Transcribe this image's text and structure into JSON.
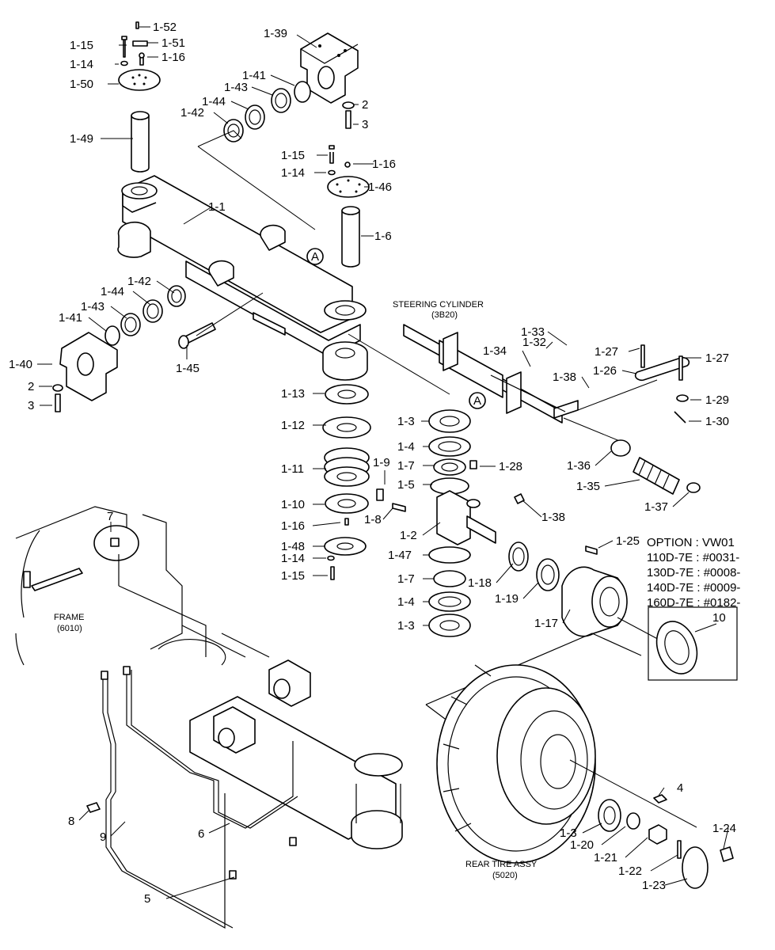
{
  "callouts": [
    {
      "id": "1-52",
      "label": "1-52"
    },
    {
      "id": "1-15a",
      "label": "1-15"
    },
    {
      "id": "1-51",
      "label": "1-51"
    },
    {
      "id": "1-14a",
      "label": "1-14"
    },
    {
      "id": "1-16a",
      "label": "1-16"
    },
    {
      "id": "1-50",
      "label": "1-50"
    },
    {
      "id": "1-49",
      "label": "1-49"
    },
    {
      "id": "1-39",
      "label": "1-39"
    },
    {
      "id": "1-41a",
      "label": "1-41"
    },
    {
      "id": "1-43a",
      "label": "1-43"
    },
    {
      "id": "1-44a",
      "label": "1-44"
    },
    {
      "id": "1-42a",
      "label": "1-42"
    },
    {
      "id": "2a",
      "label": "2"
    },
    {
      "id": "3a",
      "label": "3"
    },
    {
      "id": "1-15b",
      "label": "1-15"
    },
    {
      "id": "1-16b",
      "label": "1-16"
    },
    {
      "id": "1-14b",
      "label": "1-14"
    },
    {
      "id": "1-46",
      "label": "1-46"
    },
    {
      "id": "1-1",
      "label": "1-1"
    },
    {
      "id": "1-6",
      "label": "1-6"
    },
    {
      "id": "1-42b",
      "label": "1-42"
    },
    {
      "id": "1-44b",
      "label": "1-44"
    },
    {
      "id": "1-43b",
      "label": "1-43"
    },
    {
      "id": "1-41b",
      "label": "1-41"
    },
    {
      "id": "1-40",
      "label": "1-40"
    },
    {
      "id": "2b",
      "label": "2"
    },
    {
      "id": "3b",
      "label": "3"
    },
    {
      "id": "1-45",
      "label": "1-45"
    },
    {
      "id": "1-33",
      "label": "1-33"
    },
    {
      "id": "1-32",
      "label": "1-32"
    },
    {
      "id": "1-34",
      "label": "1-34"
    },
    {
      "id": "1-38a",
      "label": "1-38"
    },
    {
      "id": "1-27a",
      "label": "1-27"
    },
    {
      "id": "1-27b",
      "label": "1-27"
    },
    {
      "id": "1-26",
      "label": "1-26"
    },
    {
      "id": "1-29",
      "label": "1-29"
    },
    {
      "id": "1-30",
      "label": "1-30"
    },
    {
      "id": "1-13",
      "label": "1-13"
    },
    {
      "id": "1-3a",
      "label": "1-3"
    },
    {
      "id": "1-12",
      "label": "1-12"
    },
    {
      "id": "1-4a",
      "label": "1-4"
    },
    {
      "id": "1-9",
      "label": "1-9"
    },
    {
      "id": "1-7a",
      "label": "1-7"
    },
    {
      "id": "1-28",
      "label": "1-28"
    },
    {
      "id": "1-11",
      "label": "1-11"
    },
    {
      "id": "1-5",
      "label": "1-5"
    },
    {
      "id": "1-36",
      "label": "1-36"
    },
    {
      "id": "1-35",
      "label": "1-35"
    },
    {
      "id": "1-37",
      "label": "1-37"
    },
    {
      "id": "1-10",
      "label": "1-10"
    },
    {
      "id": "1-8",
      "label": "1-8"
    },
    {
      "id": "1-38b",
      "label": "1-38"
    },
    {
      "id": "1-16c",
      "label": "1-16"
    },
    {
      "id": "1-2",
      "label": "1-2"
    },
    {
      "id": "1-25",
      "label": "1-25"
    },
    {
      "id": "1-48",
      "label": "1-48"
    },
    {
      "id": "1-47",
      "label": "1-47"
    },
    {
      "id": "1-14c",
      "label": "1-14"
    },
    {
      "id": "1-15c",
      "label": "1-15"
    },
    {
      "id": "1-18",
      "label": "1-18"
    },
    {
      "id": "1-7b",
      "label": "1-7"
    },
    {
      "id": "1-19",
      "label": "1-19"
    },
    {
      "id": "1-4b",
      "label": "1-4"
    },
    {
      "id": "1-17",
      "label": "1-17"
    },
    {
      "id": "1-3b",
      "label": "1-3"
    },
    {
      "id": "10",
      "label": "10"
    },
    {
      "id": "7",
      "label": "7"
    },
    {
      "id": "4",
      "label": "4"
    },
    {
      "id": "8",
      "label": "8"
    },
    {
      "id": "9",
      "label": "9"
    },
    {
      "id": "6",
      "label": "6"
    },
    {
      "id": "5",
      "label": "5"
    },
    {
      "id": "1-3c",
      "label": "1-3"
    },
    {
      "id": "1-20",
      "label": "1-20"
    },
    {
      "id": "1-21",
      "label": "1-21"
    },
    {
      "id": "1-22",
      "label": "1-22"
    },
    {
      "id": "1-23",
      "label": "1-23"
    },
    {
      "id": "1-24",
      "label": "1-24"
    }
  ],
  "markers": [
    {
      "id": "A1",
      "label": "A"
    },
    {
      "id": "A2",
      "label": "A"
    }
  ],
  "notes": {
    "steering_cylinder": "STEERING CYLINDER",
    "steering_cylinder_ref": "(3B20)",
    "frame": "FRAME",
    "frame_ref": "(6010)",
    "rear_tire": "REAR TIRE ASSY",
    "rear_tire_ref": "(5020)"
  },
  "option": {
    "title": "OPTION : VW01",
    "lines": [
      "110D-7E : #0031-",
      "130D-7E : #0008-",
      "140D-7E : #0009-",
      "160D-7E : #0182-"
    ]
  }
}
